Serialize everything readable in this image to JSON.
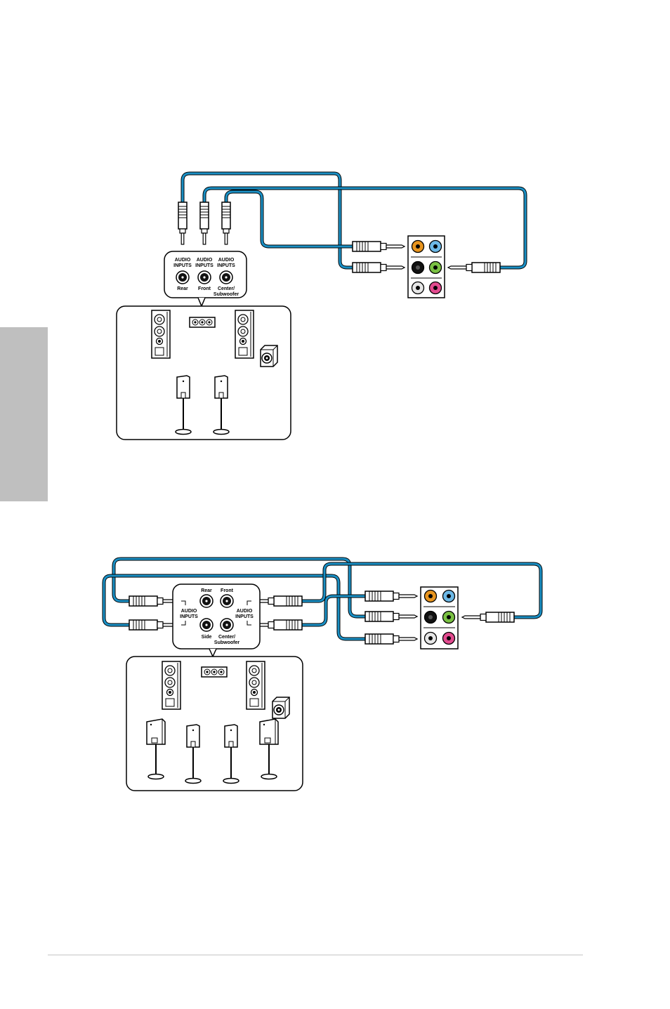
{
  "colors": {
    "cable": "#1a8fc4",
    "side_tab": "#bfbfbf",
    "jack_orange": "#e8951f",
    "jack_blue": "#6cb8e6",
    "jack_black": "#111111",
    "jack_green": "#7ac143",
    "jack_gray": "#e0e0e0",
    "jack_pink": "#e24b8f"
  },
  "diagram1": {
    "labels": {
      "in1_top": "AUDIO",
      "in1_bot": "INPUTS",
      "in2_top": "AUDIO",
      "in2_bot": "INPUTS",
      "in3_top": "AUDIO",
      "in3_bot": "INPUTS",
      "rear": "Rear",
      "front": "Front",
      "center": "Center/",
      "subwoofer": "Subwoofer"
    }
  },
  "diagram2": {
    "labels": {
      "rear": "Rear",
      "front": "Front",
      "left_top": "AUDIO",
      "left_bot": "INPUTS",
      "right_top": "AUDIO",
      "right_bot": "INPUTS",
      "side": "Side",
      "center": "Center/",
      "subwoofer": "Subwoofer"
    }
  }
}
